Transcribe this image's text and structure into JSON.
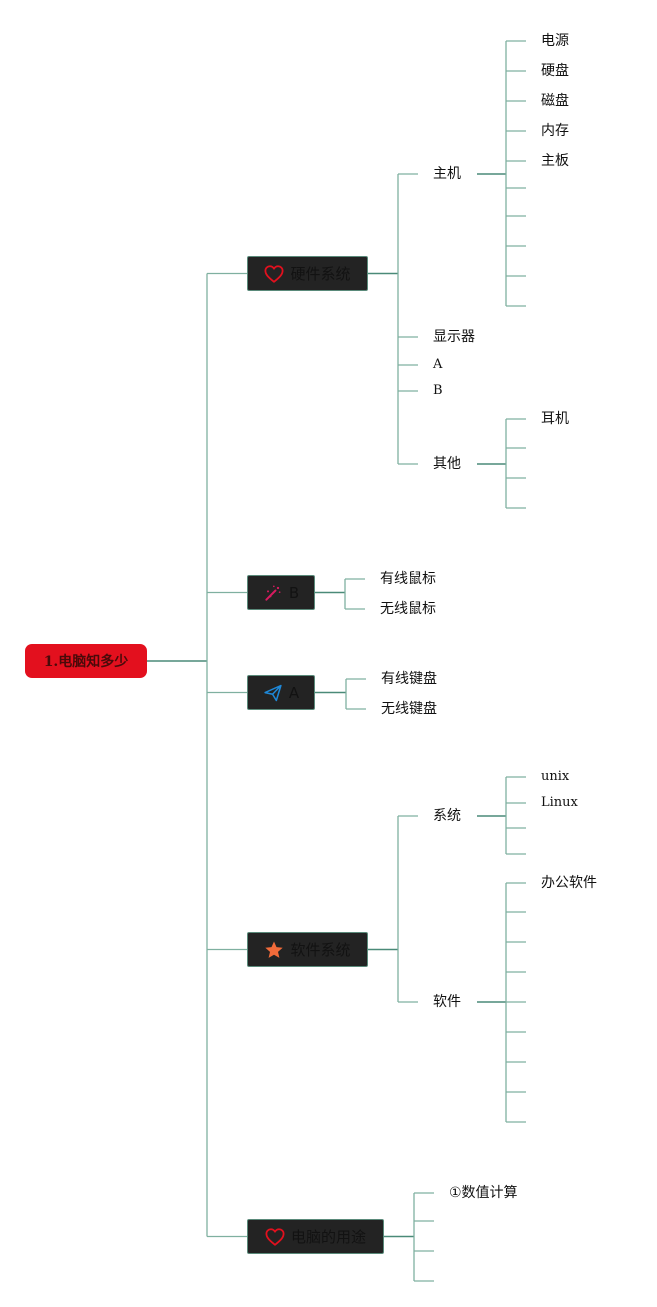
{
  "root": {
    "label": "1.电脑知多少",
    "icon": ""
  },
  "branches": [
    {
      "label": "硬件系统",
      "icon": "heart-outline-icon",
      "icon_color": "#e3101e",
      "children": [
        {
          "label": "主机",
          "children": [
            "电源",
            "硬盘",
            "磁盘",
            "内存",
            "主板",
            "",
            "",
            "",
            "",
            ""
          ]
        },
        {
          "label": "显示器",
          "children": []
        },
        {
          "label": "A",
          "children": []
        },
        {
          "label": "B",
          "children": []
        },
        {
          "label": "其他",
          "children": [
            "耳机",
            "",
            "",
            ""
          ]
        }
      ]
    },
    {
      "label": "B",
      "icon": "magic-wand-icon",
      "icon_color": "#d81b60",
      "children": [
        {
          "label": "有线鼠标",
          "children": []
        },
        {
          "label": "无线鼠标",
          "children": []
        }
      ]
    },
    {
      "label": "A",
      "icon": "paper-plane-icon",
      "icon_color": "#1e88d8",
      "children": [
        {
          "label": "有线键盘",
          "children": []
        },
        {
          "label": "无线键盘",
          "children": []
        }
      ]
    },
    {
      "label": "软件系统",
      "icon": "star-icon",
      "icon_color": "#f26b3a",
      "children": [
        {
          "label": "系统",
          "children": [
            "unix",
            "Linux",
            "",
            ""
          ]
        },
        {
          "label": "软件",
          "children": [
            "办公软件",
            "",
            "",
            "",
            "",
            "",
            "",
            "",
            ""
          ]
        }
      ]
    },
    {
      "label": "电脑的用途",
      "icon": "heart-outline-icon",
      "icon_color": "#e3101e",
      "children": [
        {
          "label": "①数值计算",
          "children": []
        },
        {
          "label": "",
          "children": []
        },
        {
          "label": "",
          "children": []
        },
        {
          "label": "",
          "children": []
        }
      ]
    }
  ],
  "colors": {
    "root_fill": "#e3101e",
    "branch_fill": "#232323",
    "connector": "#7fb0a0",
    "connector_dark": "#4a8a78"
  }
}
